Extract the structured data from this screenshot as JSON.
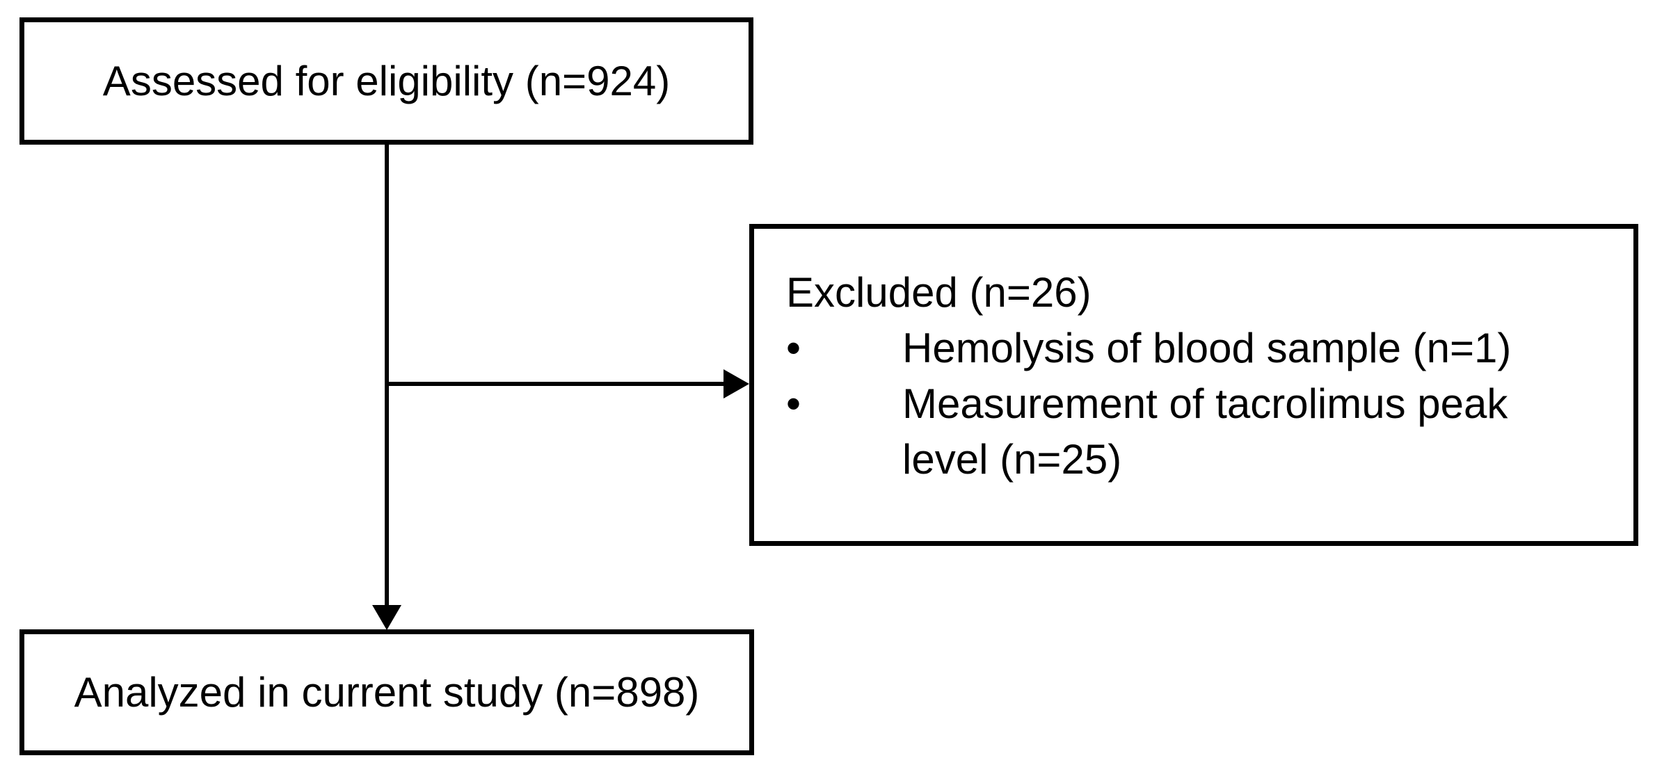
{
  "flow": {
    "assessed": {
      "label": "Assessed for eligibility (n=924)"
    },
    "excluded": {
      "title": "Excluded (n=26)",
      "bullet_glyph": "•",
      "items": [
        "Hemolysis of blood sample (n=1)",
        "Measurement of tacrolimus peak level (n=25)"
      ]
    },
    "analyzed": {
      "label": "Analyzed in current study (n=898)"
    },
    "colors": {
      "ink": "#000000",
      "background": "#ffffff"
    }
  }
}
